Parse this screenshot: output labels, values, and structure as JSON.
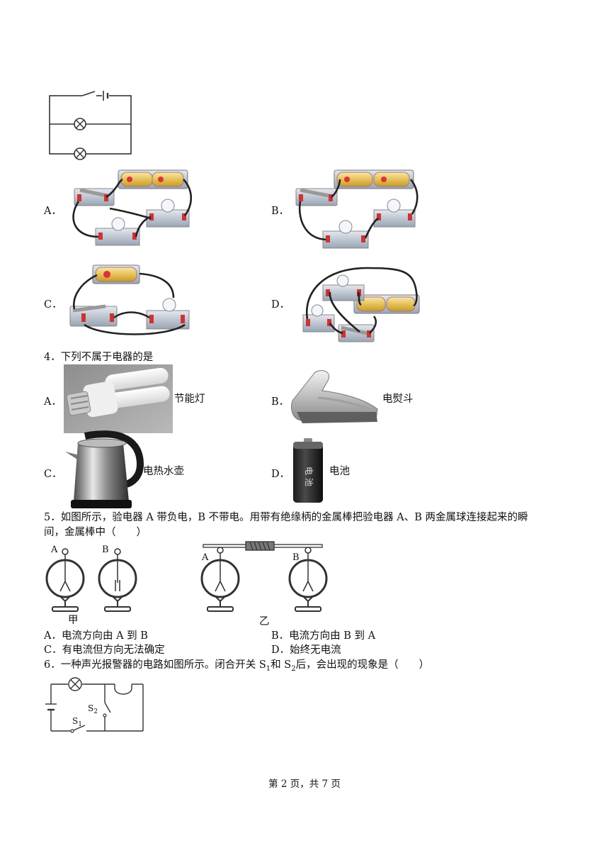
{
  "q3": {
    "options": [
      {
        "letter": "A．"
      },
      {
        "letter": "B．"
      },
      {
        "letter": "C．"
      },
      {
        "letter": "D．"
      }
    ]
  },
  "q4": {
    "stem": "4．下列不属于电器的是",
    "options": [
      {
        "letter": "A．",
        "label": "节能灯"
      },
      {
        "letter": "B．",
        "label": "电熨斗"
      },
      {
        "letter": "C．",
        "label": "电热水壶"
      },
      {
        "letter": "D．",
        "label": "电池"
      }
    ]
  },
  "q5": {
    "stem_line1": "5．如图所示，验电器 A 带负电，B 不带电。用带有绝缘柄的金属棒把验电器 A、B 两金属球连接起来的瞬",
    "stem_line2": "间，金属棒中（　　）",
    "fig_label_jia": "甲",
    "fig_label_yi": "乙",
    "electroscope_labels": [
      "A",
      "B",
      "A",
      "B"
    ],
    "options": [
      {
        "letter": "A．",
        "text": "电流方向由 A 到 B"
      },
      {
        "letter": "B．",
        "text": "电流方向由 B 到 A"
      },
      {
        "letter": "C．",
        "text": "有电流但方向无法确定"
      },
      {
        "letter": "D．",
        "text": "始终无电流"
      }
    ]
  },
  "q6": {
    "stem_prefix": "6．一种声光报警器的电路如图所示。闭合开关 S",
    "s1_sub": "1",
    "stem_mid": "和 S",
    "s2_sub": "2",
    "stem_suffix": "后，会出现的现象是（　　）",
    "switch_labels": [
      "S",
      "1",
      "S",
      "2"
    ]
  },
  "battery_text": "电 池",
  "footer": "第 2 页，共 7 页"
}
